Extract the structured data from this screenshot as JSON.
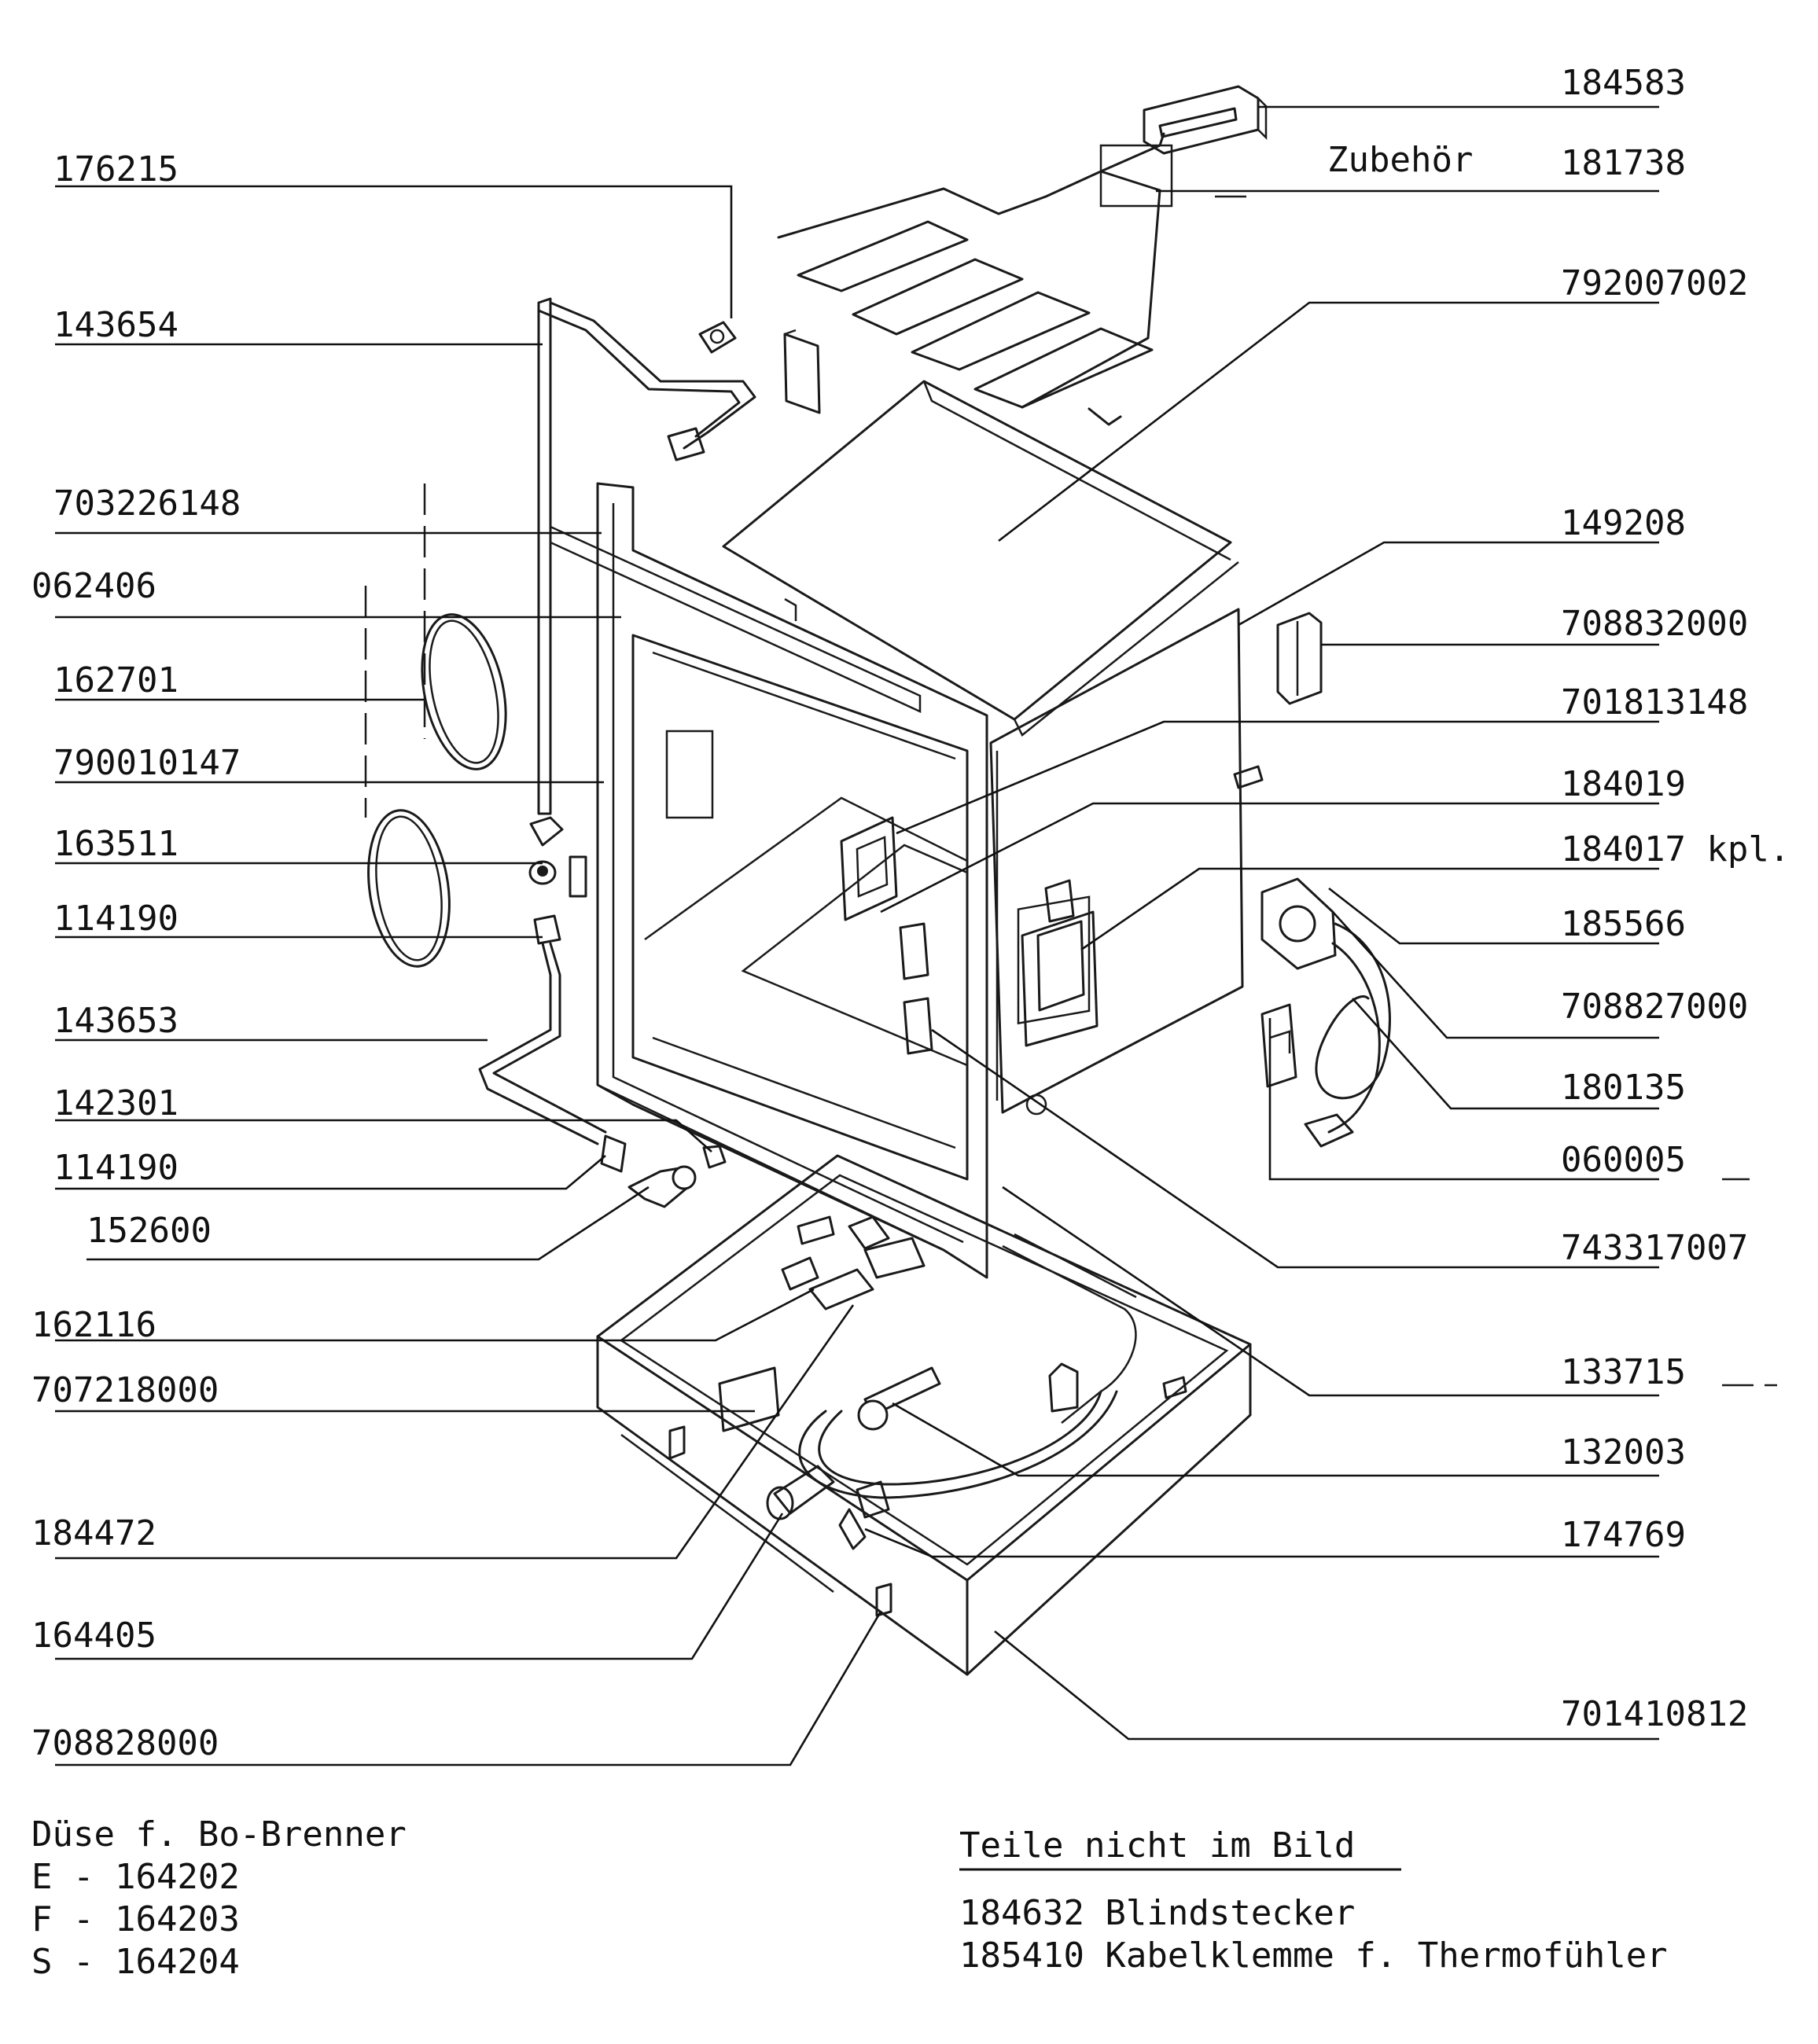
{
  "labels_left": [
    "176215",
    "143654",
    "703226148",
    "062406",
    "162701",
    "790010147",
    "163511",
    "114190",
    "143653",
    "142301",
    "114190",
    "152600",
    "162116",
    "707218000",
    "184472",
    "164405",
    "708828000"
  ],
  "labels_right": [
    "184583",
    "181738",
    "792007002",
    "149208",
    "708832000",
    "701813148",
    "184019",
    "184017 kpl.",
    "185566",
    "708827000",
    "180135",
    "060005",
    "743317007",
    "133715",
    "132003",
    "174769",
    "701410812"
  ],
  "zubehoer_label": "Zubehör",
  "nozzle_note": {
    "title": "Düse f. Bo-Brenner",
    "lines": [
      "E - 164202",
      "F - 164203",
      "S - 164204"
    ]
  },
  "not_shown": {
    "heading": "Teile nicht im Bild",
    "lines": [
      "184632 Blindstecker",
      "185410 Kabelklemme f. Thermofühler"
    ]
  }
}
